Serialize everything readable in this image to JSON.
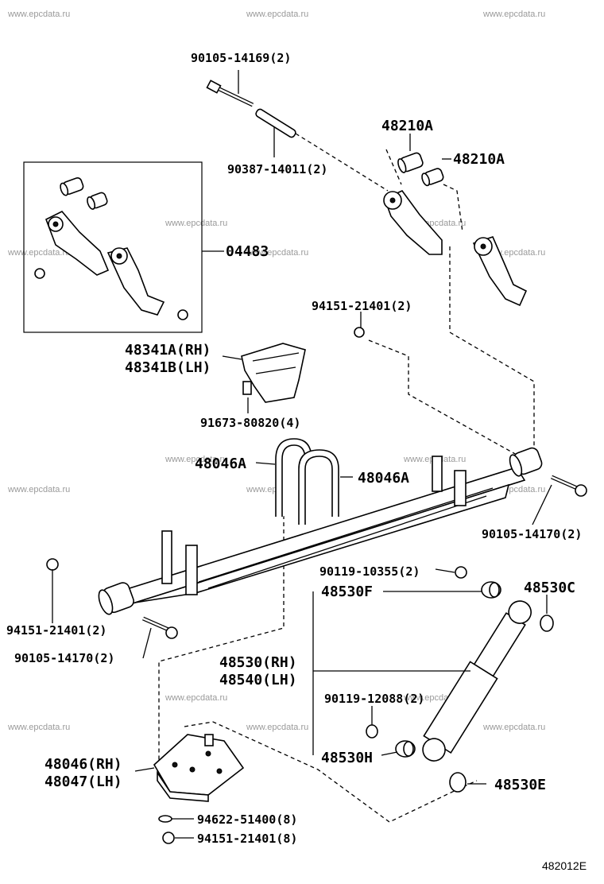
{
  "watermark": "www.epcdata.ru",
  "figure_code": "482012E",
  "labels": {
    "bolt_top": "90105-14169(2)",
    "sleeve_top": "90387-14011(2)",
    "bushing_a1": "48210A",
    "bushing_a2": "48210A",
    "kit": "04483",
    "nut_top": "94151-21401(2)",
    "bracket_rh": "48341A(RH)",
    "bracket_lh": "48341B(LH)",
    "bracket_bolt": "91673-80820(4)",
    "ubolt_left": "48046A",
    "ubolt_right": "48046A",
    "bolt_right": "90105-14170(2)",
    "nut_left": "94151-21401(2)",
    "bolt_left": "90105-14170(2)",
    "shock_nut_top": "90119-10355(2)",
    "cushion_f": "48530F",
    "cushion_c": "48530C",
    "shock_rh": "48530(RH)",
    "shock_lh": "48540(LH)",
    "shock_nut_bottom": "90119-12088(2)",
    "cushion_h": "48530H",
    "seat_rh": "48046(RH)",
    "seat_lh": "48047(LH)",
    "cushion_e": "48530E",
    "washer": "94622-51400(8)",
    "nut_bottom": "94151-21401(8)"
  }
}
